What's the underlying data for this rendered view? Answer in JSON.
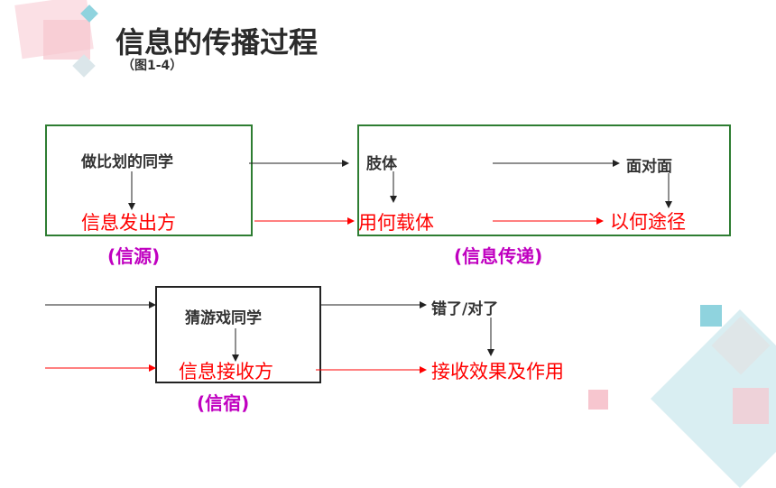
{
  "header": {
    "title": "信息的传播过程",
    "subtitle": "（图1-4）"
  },
  "colors": {
    "green_border": "#2e7d32",
    "red_text": "#ff0000",
    "purple_text": "#c000c0",
    "deco_pink": "#f7c6cf",
    "deco_teal": "#8fd3de",
    "deco_gray": "#cfd8dc"
  },
  "source_group": {
    "actor": "做比划的同学",
    "role": "信息发出方",
    "caption": "(信源)"
  },
  "channel_group": {
    "medium": "肢体",
    "mode": "面对面",
    "medium_question": "用何载体",
    "mode_question": "以何途径",
    "caption": "(信息传递)"
  },
  "receiver_group": {
    "actor": "猜游戏同学",
    "role": "信息接收方",
    "caption": "(信宿)"
  },
  "outcome": {
    "result": "错了/对了",
    "effect": "接收效果及作用"
  }
}
